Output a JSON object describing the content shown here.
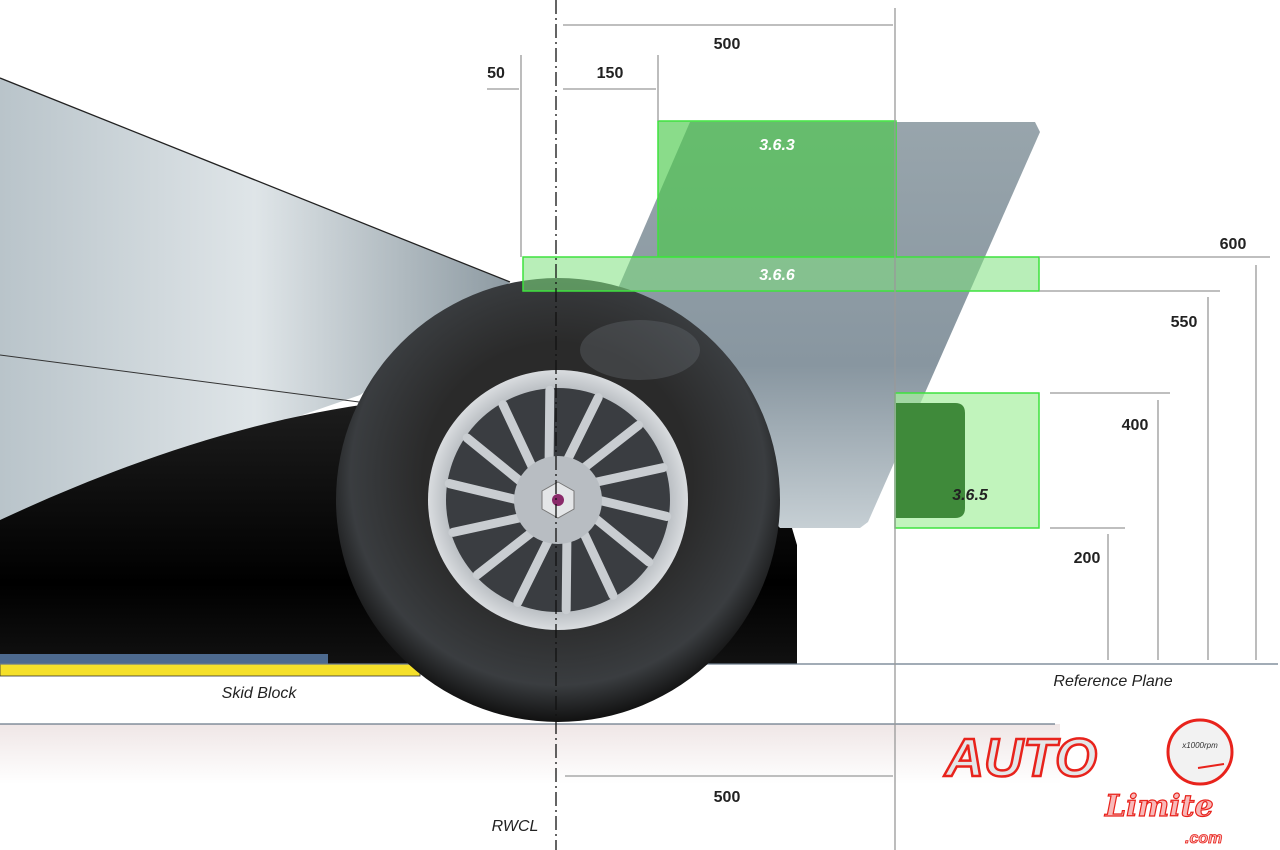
{
  "dimensions": {
    "top_500": "500",
    "top_150": "150",
    "top_50": "50",
    "bottom_500": "500",
    "h_600": "600",
    "h_550": "550",
    "h_400": "400",
    "h_200": "200"
  },
  "zones": {
    "z363": "3.6.3",
    "z366": "3.6.6",
    "z365": "3.6.5"
  },
  "labels": {
    "skid_block": "Skid Block",
    "reference_plane": "Reference Plane",
    "rwcl": "RWCL"
  },
  "logo": {
    "main": "AUTO",
    "script": "Limite",
    "domain": ".com",
    "gauge_unit": "x1000rpm"
  },
  "colors": {
    "zone_green": "#4cc94c",
    "endplate": "#8e9ba3",
    "skid_yellow": "#f5e02a",
    "plank_blue": "#4d6a8f",
    "logo_red": "#e8231c"
  }
}
